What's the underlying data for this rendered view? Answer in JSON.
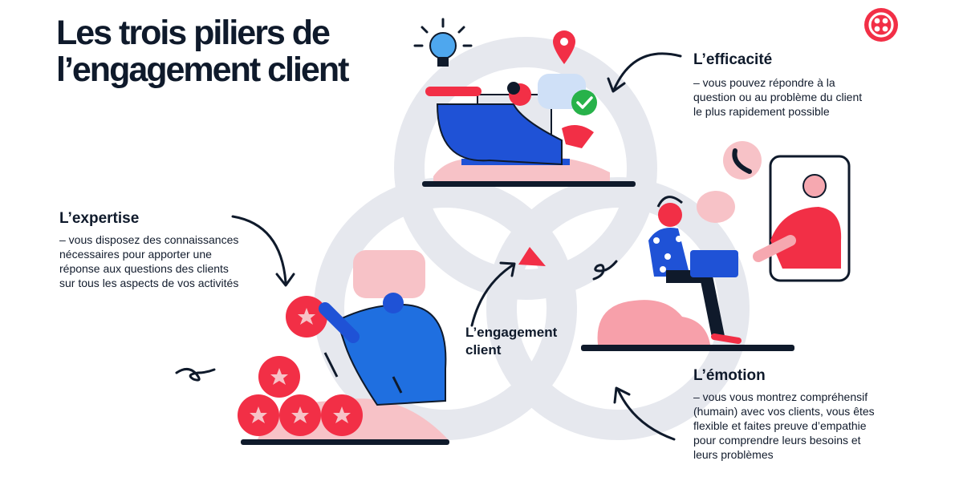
{
  "header": {
    "title_lines": [
      "Les trois piliers de",
      "l’engagement client"
    ]
  },
  "center": {
    "label_lines": [
      "L’engagement",
      "client"
    ]
  },
  "pillars": {
    "efficacite": {
      "heading": "L’efficacité",
      "desc_lines": [
        "– vous pouvez répondre à la",
        "question ou au problème du client",
        "le plus rapidement possible"
      ]
    },
    "expertise": {
      "heading": "L’expertise",
      "desc_lines": [
        "– vous disposez des connaissances",
        "nécessaires pour apporter une",
        "réponse aux questions des clients",
        "sur tous les aspects de vos activités"
      ]
    },
    "emotion": {
      "heading": "L’émotion",
      "desc_lines": [
        "– vous vous montrez compréhensif",
        "(humain) avec vos clients, vous êtes",
        "flexible et faites preuve d’empathie",
        "pour comprendre leurs besoins et",
        "leurs problèmes"
      ]
    }
  },
  "colors": {
    "navy": "#0f1a2b",
    "red": "#f22f46",
    "blue": "#1f52d6",
    "pink": "#f6a8b0",
    "venn_gray": "#e3e5ea"
  },
  "icons": [
    "twilio-logo-icon",
    "lightbulb-icon",
    "location-pin-icon",
    "checkmark-icon",
    "phone-icon",
    "star-icon",
    "arrow-icon"
  ]
}
